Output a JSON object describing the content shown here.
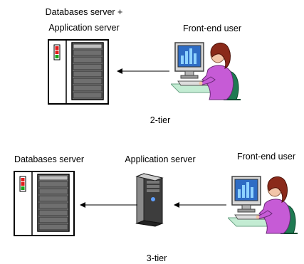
{
  "top": {
    "db_app_line1": "Databases server +",
    "db_app_line2": "Application server",
    "frontend_label": "Front-end user",
    "tier_label": "2-tier"
  },
  "bottom": {
    "db_label": "Databases server",
    "app_label": "Application server",
    "frontend_label": "Front-end user",
    "tier_label": "3-tier"
  },
  "icons": [
    "server-rack-icon",
    "tower-server-icon",
    "user-at-computer-icon",
    "arrow-left-icon"
  ],
  "colors": {
    "rack_outline": "#000000",
    "led_red": "#e31b1b",
    "led_green": "#19a419",
    "monitor_screen": "#2e6cc4",
    "shirt": "#c65bd6",
    "hair": "#8a2a1a",
    "chair": "#1f7a52",
    "desk": "#c3ecd3"
  }
}
